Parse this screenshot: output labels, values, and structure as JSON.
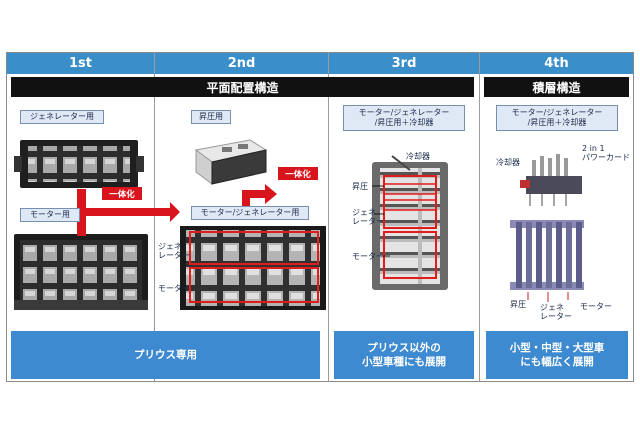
{
  "generations": [
    {
      "label": "1st"
    },
    {
      "label": "2nd"
    },
    {
      "label": "3rd"
    },
    {
      "label": "4th"
    }
  ],
  "bands": {
    "planar": "平面配置構造",
    "stacked": "積層構造"
  },
  "gen1": {
    "generator_label": "ジェネレーター用",
    "motor_label": "モーター用",
    "merge_label": "一体化"
  },
  "gen2": {
    "booster_label": "昇圧用",
    "combined_label": "モーター/ジェネレーター用",
    "merge_label": "一体化",
    "generator_side": "ジェネ\nレーター",
    "motor_side": "モーター"
  },
  "gen3": {
    "box_label": "モーター/ジェネレーター\n/昇圧用＋冷却器",
    "cooler": "冷却器",
    "booster": "昇圧",
    "generator": "ジェネ\nレーター",
    "motor": "モーター"
  },
  "gen4": {
    "box_label": "モーター/ジェネレーター\n/昇圧用＋冷却器",
    "cooler": "冷却器",
    "power_card": "2 in 1\nパワーカード",
    "booster": "昇圧",
    "generator": "ジェネ\nレーター",
    "motor": "モーター"
  },
  "bottom": {
    "gen12": "プリウス専用",
    "gen3": "プリウス以外の\n小型車種にも展開",
    "gen4": "小型・中型・大型車\nにも幅広く展開"
  },
  "colors": {
    "header_blue": "#3a8ec9",
    "band_black": "#111111",
    "accent_red": "#d8141c",
    "bottom_blue": "#3d8ad0"
  }
}
